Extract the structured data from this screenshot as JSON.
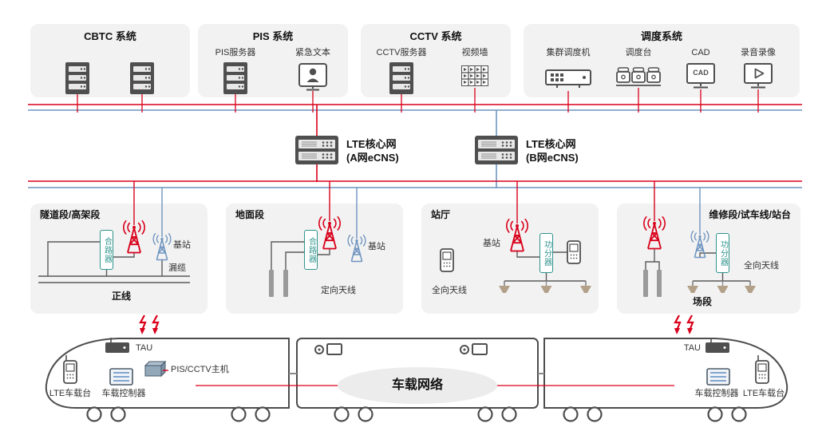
{
  "colors": {
    "red": "#d9001b",
    "blue": "#6e94bf",
    "teal": "#2e948c",
    "icon_gray": "#4f4f4f",
    "box_bg": "#f2f2f2"
  },
  "systems": [
    {
      "title": "CBTC 系统",
      "devices": []
    },
    {
      "title": "PIS 系统",
      "devices": [
        "PIS服务器",
        "紧急文本"
      ]
    },
    {
      "title": "CCTV 系统",
      "devices": [
        "CCTV服务器",
        "视频墙"
      ]
    },
    {
      "title": "调度系统",
      "devices": [
        "集群调度机",
        "调度台",
        "CAD",
        "录音录像"
      ]
    }
  ],
  "core_nodes": [
    {
      "name": "LTE核心网",
      "sub": "(A网eCNS)"
    },
    {
      "name": "LTE核心网",
      "sub": "(B网eCNS)"
    }
  ],
  "scenarios": [
    {
      "title": "隧道段/高架段",
      "combiner": "合路器",
      "bts": "基站",
      "leaky_cable": "漏缆",
      "footer": "正线"
    },
    {
      "title": "地面段",
      "combiner": "合路器",
      "bts": "基站",
      "antenna": "定向天线"
    },
    {
      "title": "站厅",
      "bts": "基站",
      "splitter": "功分器",
      "antenna": "全向天线"
    },
    {
      "title": "维修段/试车线/站台",
      "splitter": "功分器",
      "antenna": "全向天线",
      "footer": "场段"
    }
  ],
  "train": {
    "network_label": "车载网络",
    "left": {
      "radio": "LTE车载台",
      "tau": "TAU",
      "host": "PIS/CCTV主机",
      "controller": "车载控制器"
    },
    "right": {
      "tau": "TAU",
      "controller": "车载控制器",
      "radio": "LTE车载台"
    }
  }
}
